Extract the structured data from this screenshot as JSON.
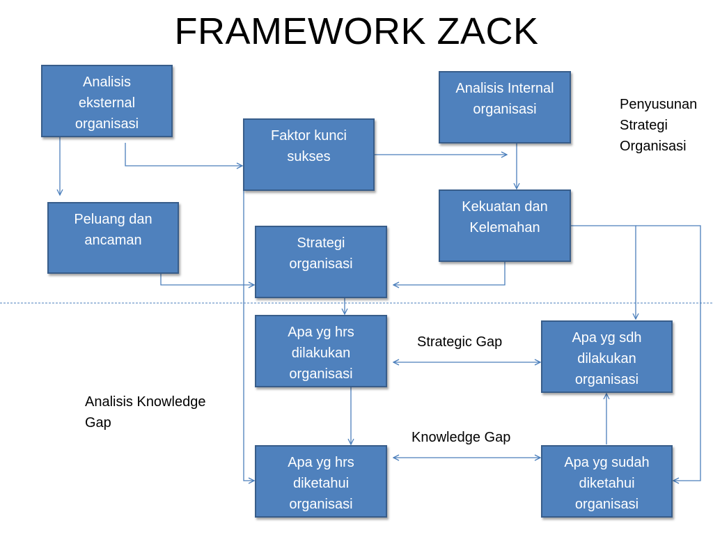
{
  "title": "FRAMEWORK ZACK",
  "boxes": {
    "eksternal": "Analisis\neksternal\norganisasi",
    "faktor": "Faktor kunci\nsukses",
    "internal": "Analisis Internal\norganisasi",
    "peluang": "Peluang dan\nancaman",
    "strategi": "Strategi\norganisasi",
    "kekuatan": "Kekuatan dan\nKelemahan",
    "hrs_dilakukan": "Apa yg hrs\ndilakukan\norganisasi",
    "sdh_dilakukan": "Apa yg sdh\ndilakukan\norganisasi",
    "hrs_diketahui": "Apa yg hrs\ndiketahui\norganisasi",
    "sudah_diketahui": "Apa yg sudah\ndiketahui\norganisasi"
  },
  "labels": {
    "penyusunan": "Penyusunan\nStrategi\nOrganisasi",
    "strategic_gap": "Strategic Gap",
    "knowledge_gap": "Knowledge Gap",
    "analisis_knowledge_gap": "Analisis Knowledge\nGap"
  },
  "colors": {
    "box_fill": "#4f81bd",
    "box_border": "#385d8a",
    "connector": "#4a7ebb"
  }
}
